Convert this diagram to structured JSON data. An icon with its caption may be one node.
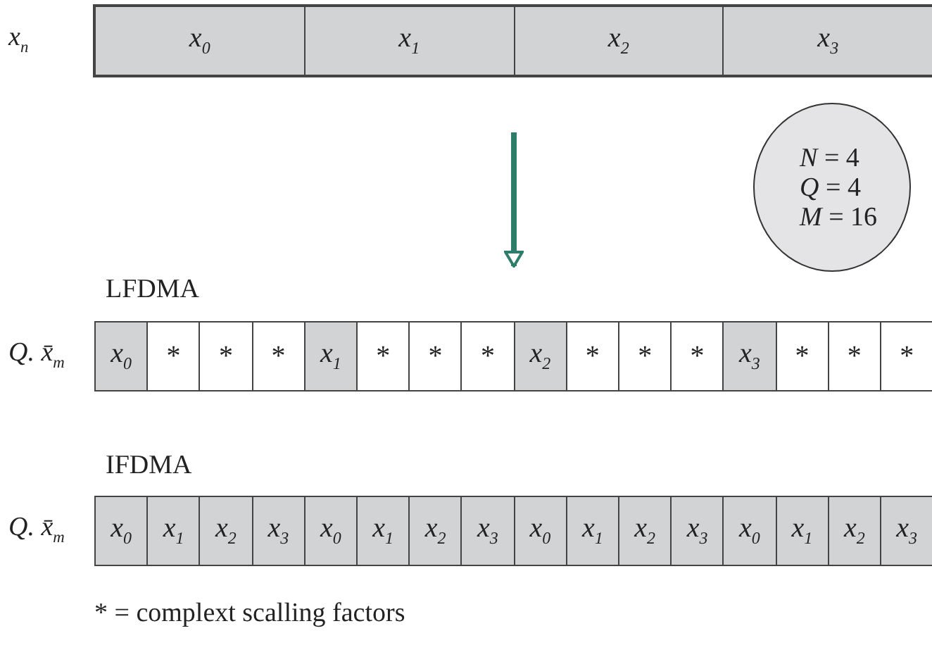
{
  "diagram": {
    "nodes": [
      {
        "text": [],
        "shape": "bar",
        "beside": [
          "x$_{n}$"
        ]
      },
      {
        "text": [
          "x$_{0}$"
        ],
        "in": 0
      },
      {
        "text": [
          "x$_{1}$"
        ],
        "in": 0
      },
      {
        "text": [
          "x$_{2}$"
        ],
        "in": 0
      },
      {
        "text": [
          "x$_{3}$"
        ],
        "in": 0
      },
      {
        "text": [
          "*N* = 4",
          "*Q* = 4",
          "*M* = 16"
        ]
      },
      {
        "text": [
          "LFDMA"
        ],
        "beside": [
          "*Q. x̄*$_{m}$"
        ]
      },
      {
        "text": [
          "x$_{0}$"
        ],
        "in": 6
      },
      {
        "text": [
          "*"
        ],
        "in": 6
      },
      {
        "text": [
          "*"
        ],
        "in": 6
      },
      {
        "text": [
          "*"
        ],
        "in": 6
      },
      {
        "text": [
          "x$_{1}$"
        ],
        "in": 6
      },
      {
        "text": [
          "*"
        ],
        "in": 6
      },
      {
        "text": [
          "*"
        ],
        "in": 6
      },
      {
        "text": [
          "*"
        ],
        "in": 6
      },
      {
        "text": [
          "x$_{2}$"
        ],
        "in": 6
      },
      {
        "text": [
          "*"
        ],
        "in": 6
      },
      {
        "text": [
          "*"
        ],
        "in": 6
      },
      {
        "text": [
          "*"
        ],
        "in": 6
      },
      {
        "text": [
          "x$_{3}$"
        ],
        "in": 6
      },
      {
        "text": [
          "*"
        ],
        "in": 6
      },
      {
        "text": [
          "*"
        ],
        "in": 6
      },
      {
        "text": [
          "*"
        ],
        "in": 6
      },
      {
        "text": [
          "IFDMA"
        ],
        "beside": [
          "*Q. x̄*$_{m}$"
        ]
      },
      {
        "text": [
          "x$_{0}$"
        ],
        "in": 23
      },
      {
        "text": [
          "x$_{1}$"
        ],
        "in": 23
      },
      {
        "text": [
          "x$_{2}$"
        ],
        "in": 23
      },
      {
        "text": [
          "x$_{3}$"
        ],
        "in": 23
      },
      {
        "text": [
          "x$_{0}$"
        ],
        "in": 23
      },
      {
        "text": [
          "x$_{1}$"
        ],
        "in": 23
      },
      {
        "text": [
          "x$_{2}$"
        ],
        "in": 23
      },
      {
        "text": [
          "x$_{3}$"
        ],
        "in": 23
      },
      {
        "text": [
          "x$_{0}$"
        ],
        "in": 23
      },
      {
        "text": [
          "x$_{1}$"
        ],
        "in": 23
      },
      {
        "text": [
          "x$_{2}$"
        ],
        "in": 23
      },
      {
        "text": [
          "x$_{3}$"
        ],
        "in": 23
      },
      {
        "text": [
          "x$_{0}$"
        ],
        "in": 23
      },
      {
        "text": [
          "x$_{1}$"
        ],
        "in": 23
      },
      {
        "text": [
          "x$_{2}$"
        ],
        "in": 23
      },
      {
        "text": [
          "x$_{3}$"
        ],
        "in": 23
      }
    ],
    "edges": [
      {
        "from": 0,
        "to": 6,
        "arrow": "to",
        "color": "#2e7d6b"
      }
    ],
    "labels": [
      "* = complext scalling factors"
    ]
  }
}
